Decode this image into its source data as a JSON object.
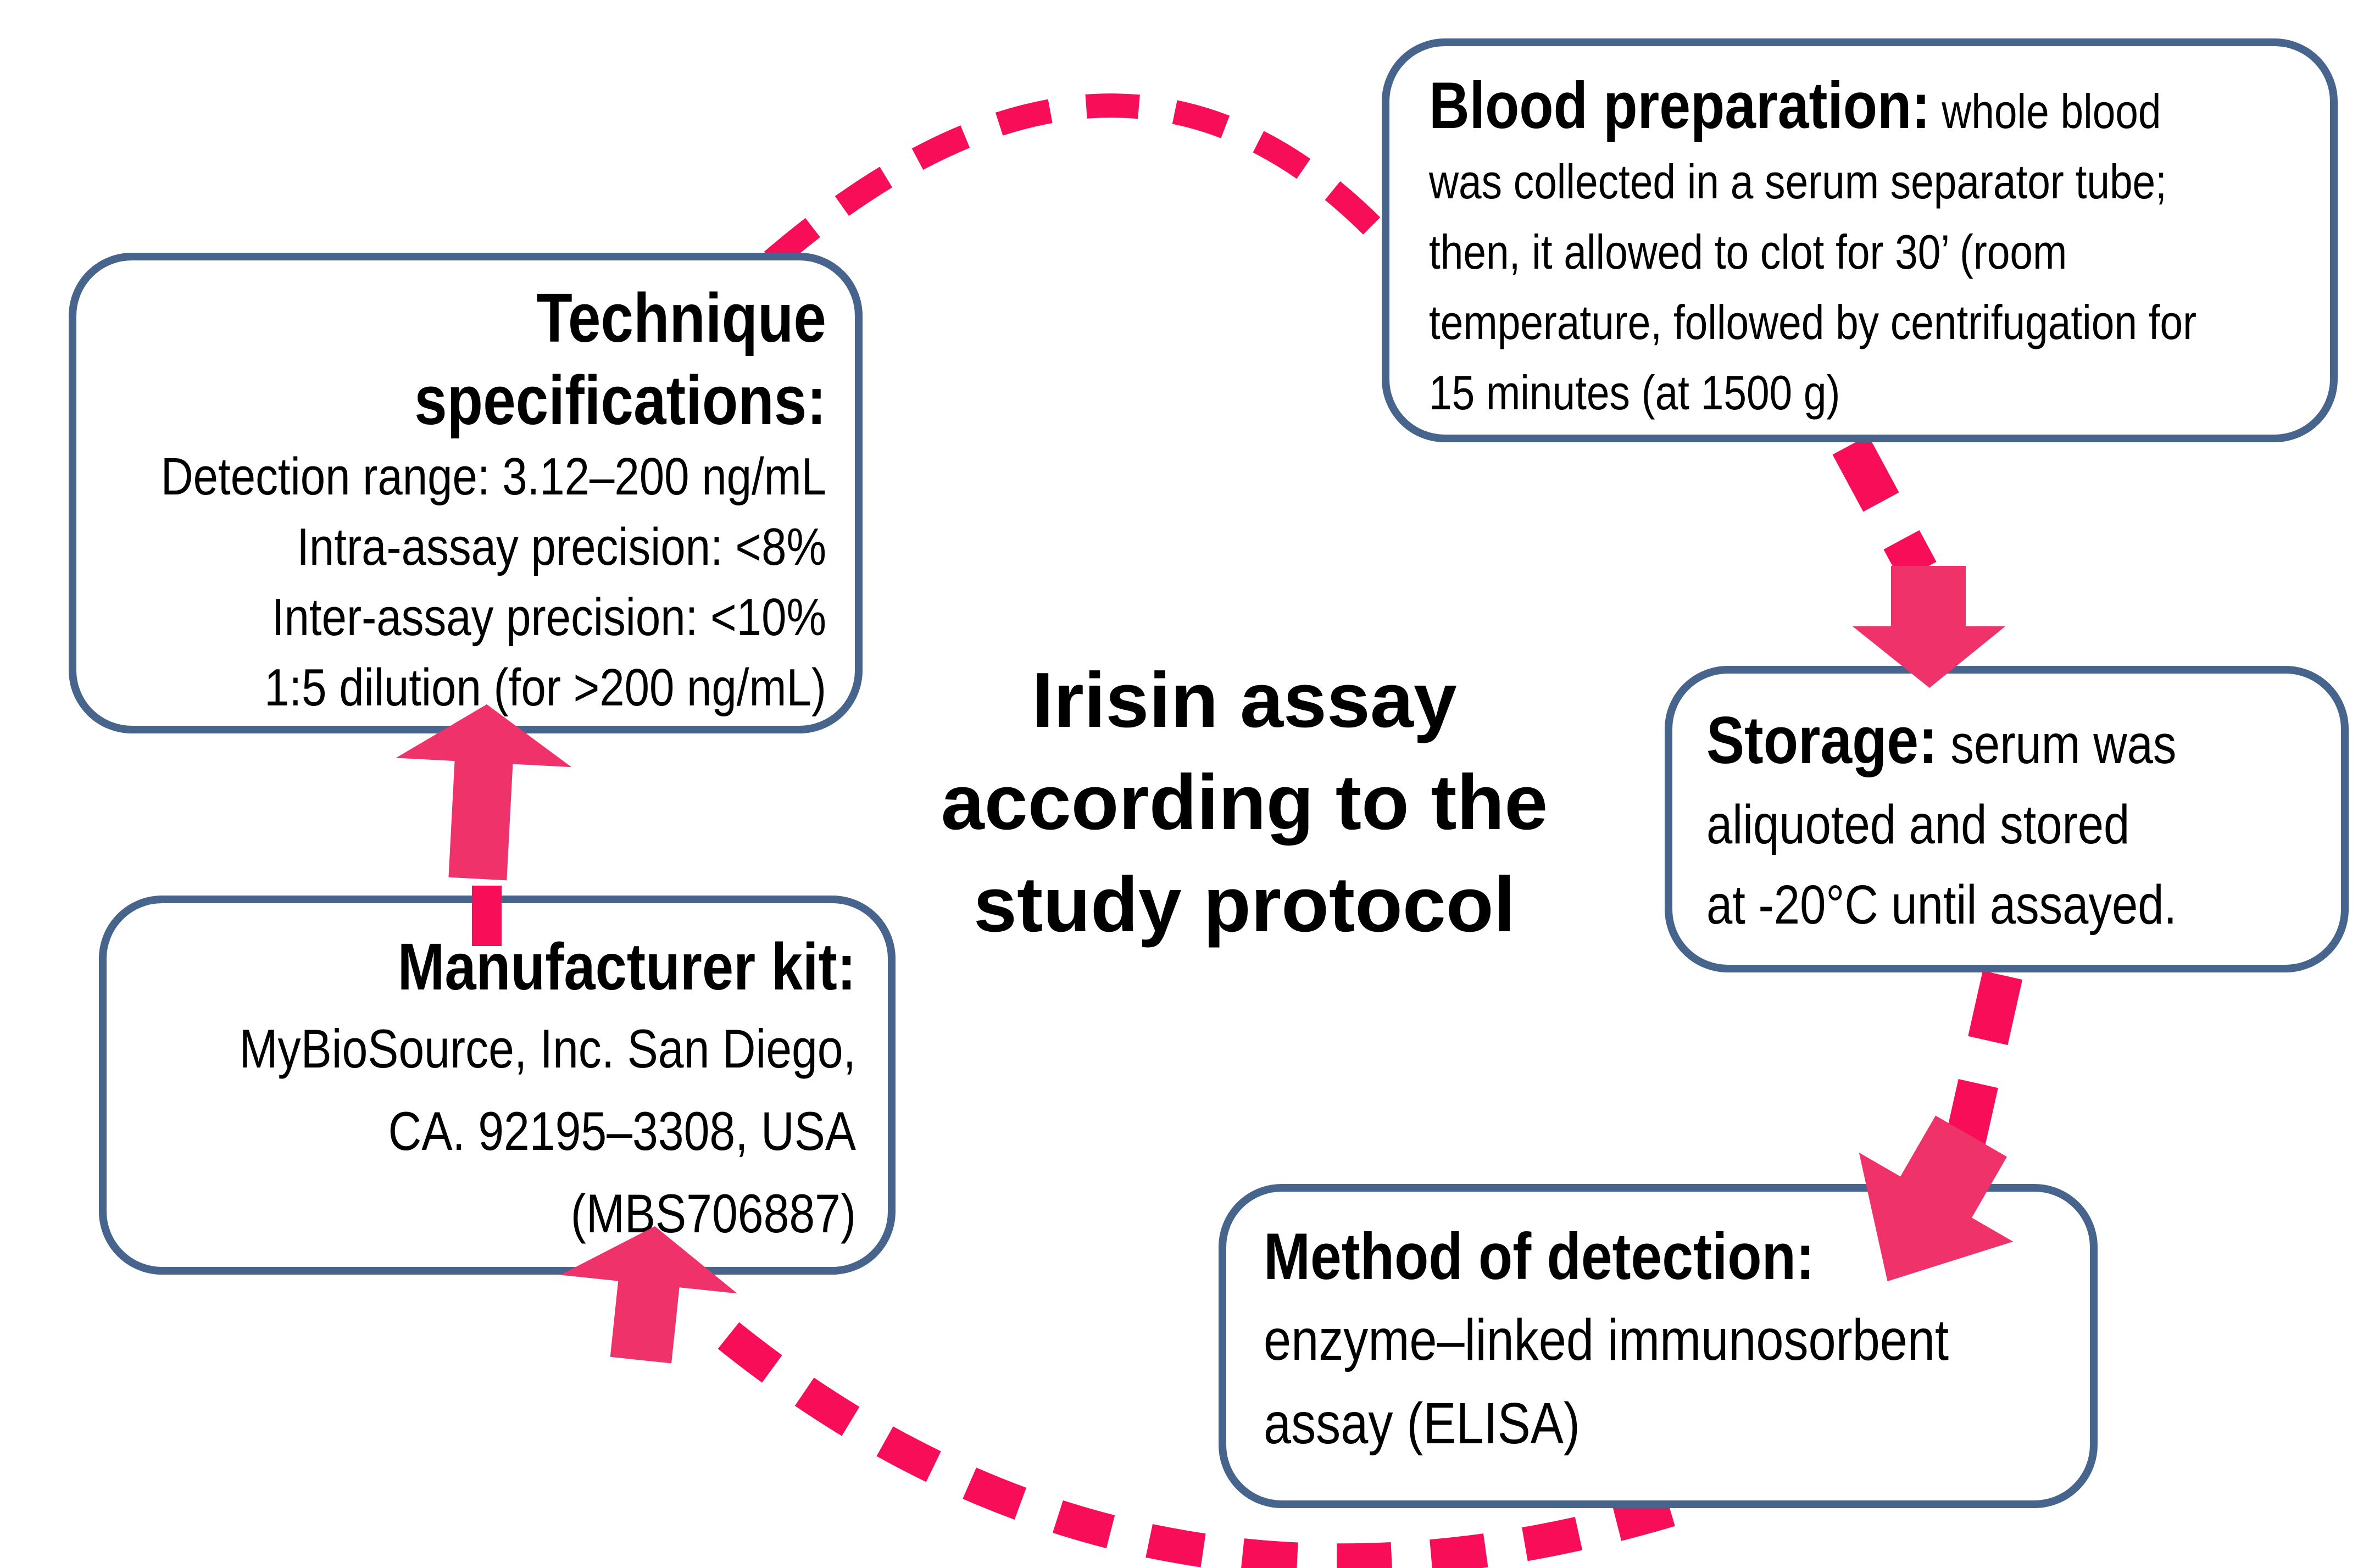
{
  "title": {
    "line1": "Irisin assay",
    "line2": "according to the",
    "line3": "study protocol"
  },
  "boxes": {
    "blood_preparation": {
      "heading": "Blood preparation:",
      "heading_rest": "whole blood",
      "line2": "was collected in a serum separator tube;",
      "line3": "then, it allowed to clot for 30’ (room",
      "line4": "temperature, followed by centrifugation for",
      "line5": "15 minutes (at 1500 g)"
    },
    "storage": {
      "heading": "Storage:",
      "heading_rest": "serum was",
      "line2": "aliquoted and stored",
      "line3": "at -20°C until assayed."
    },
    "method_of_detection": {
      "heading": "Method of detection:",
      "line2": "enzyme–linked immunosorbent",
      "line3": "assay (ELISA)"
    },
    "manufacturer_kit": {
      "heading": "Manufacturer kit:",
      "line2": "MyBioSource, Inc. San Diego,",
      "line3": "CA. 92195–3308, USA",
      "line4": "(MBS706887)"
    },
    "technique_specifications": {
      "heading_line1": "Technique",
      "heading_line2": "specifications:",
      "line3": "Detection range: 3.12–200 ng/mL",
      "line4": "Intra-assay precision: <8%",
      "line5": "Inter-assay precision: <10%",
      "line6": "1:5 dilution (for >200 ng/mL)"
    }
  },
  "colors": {
    "box_border_blue": "#46648C",
    "dash_pink": "#F70D58",
    "arrow_pink": "#F0326B",
    "text": "#000000",
    "background": "#FFFFFF"
  }
}
